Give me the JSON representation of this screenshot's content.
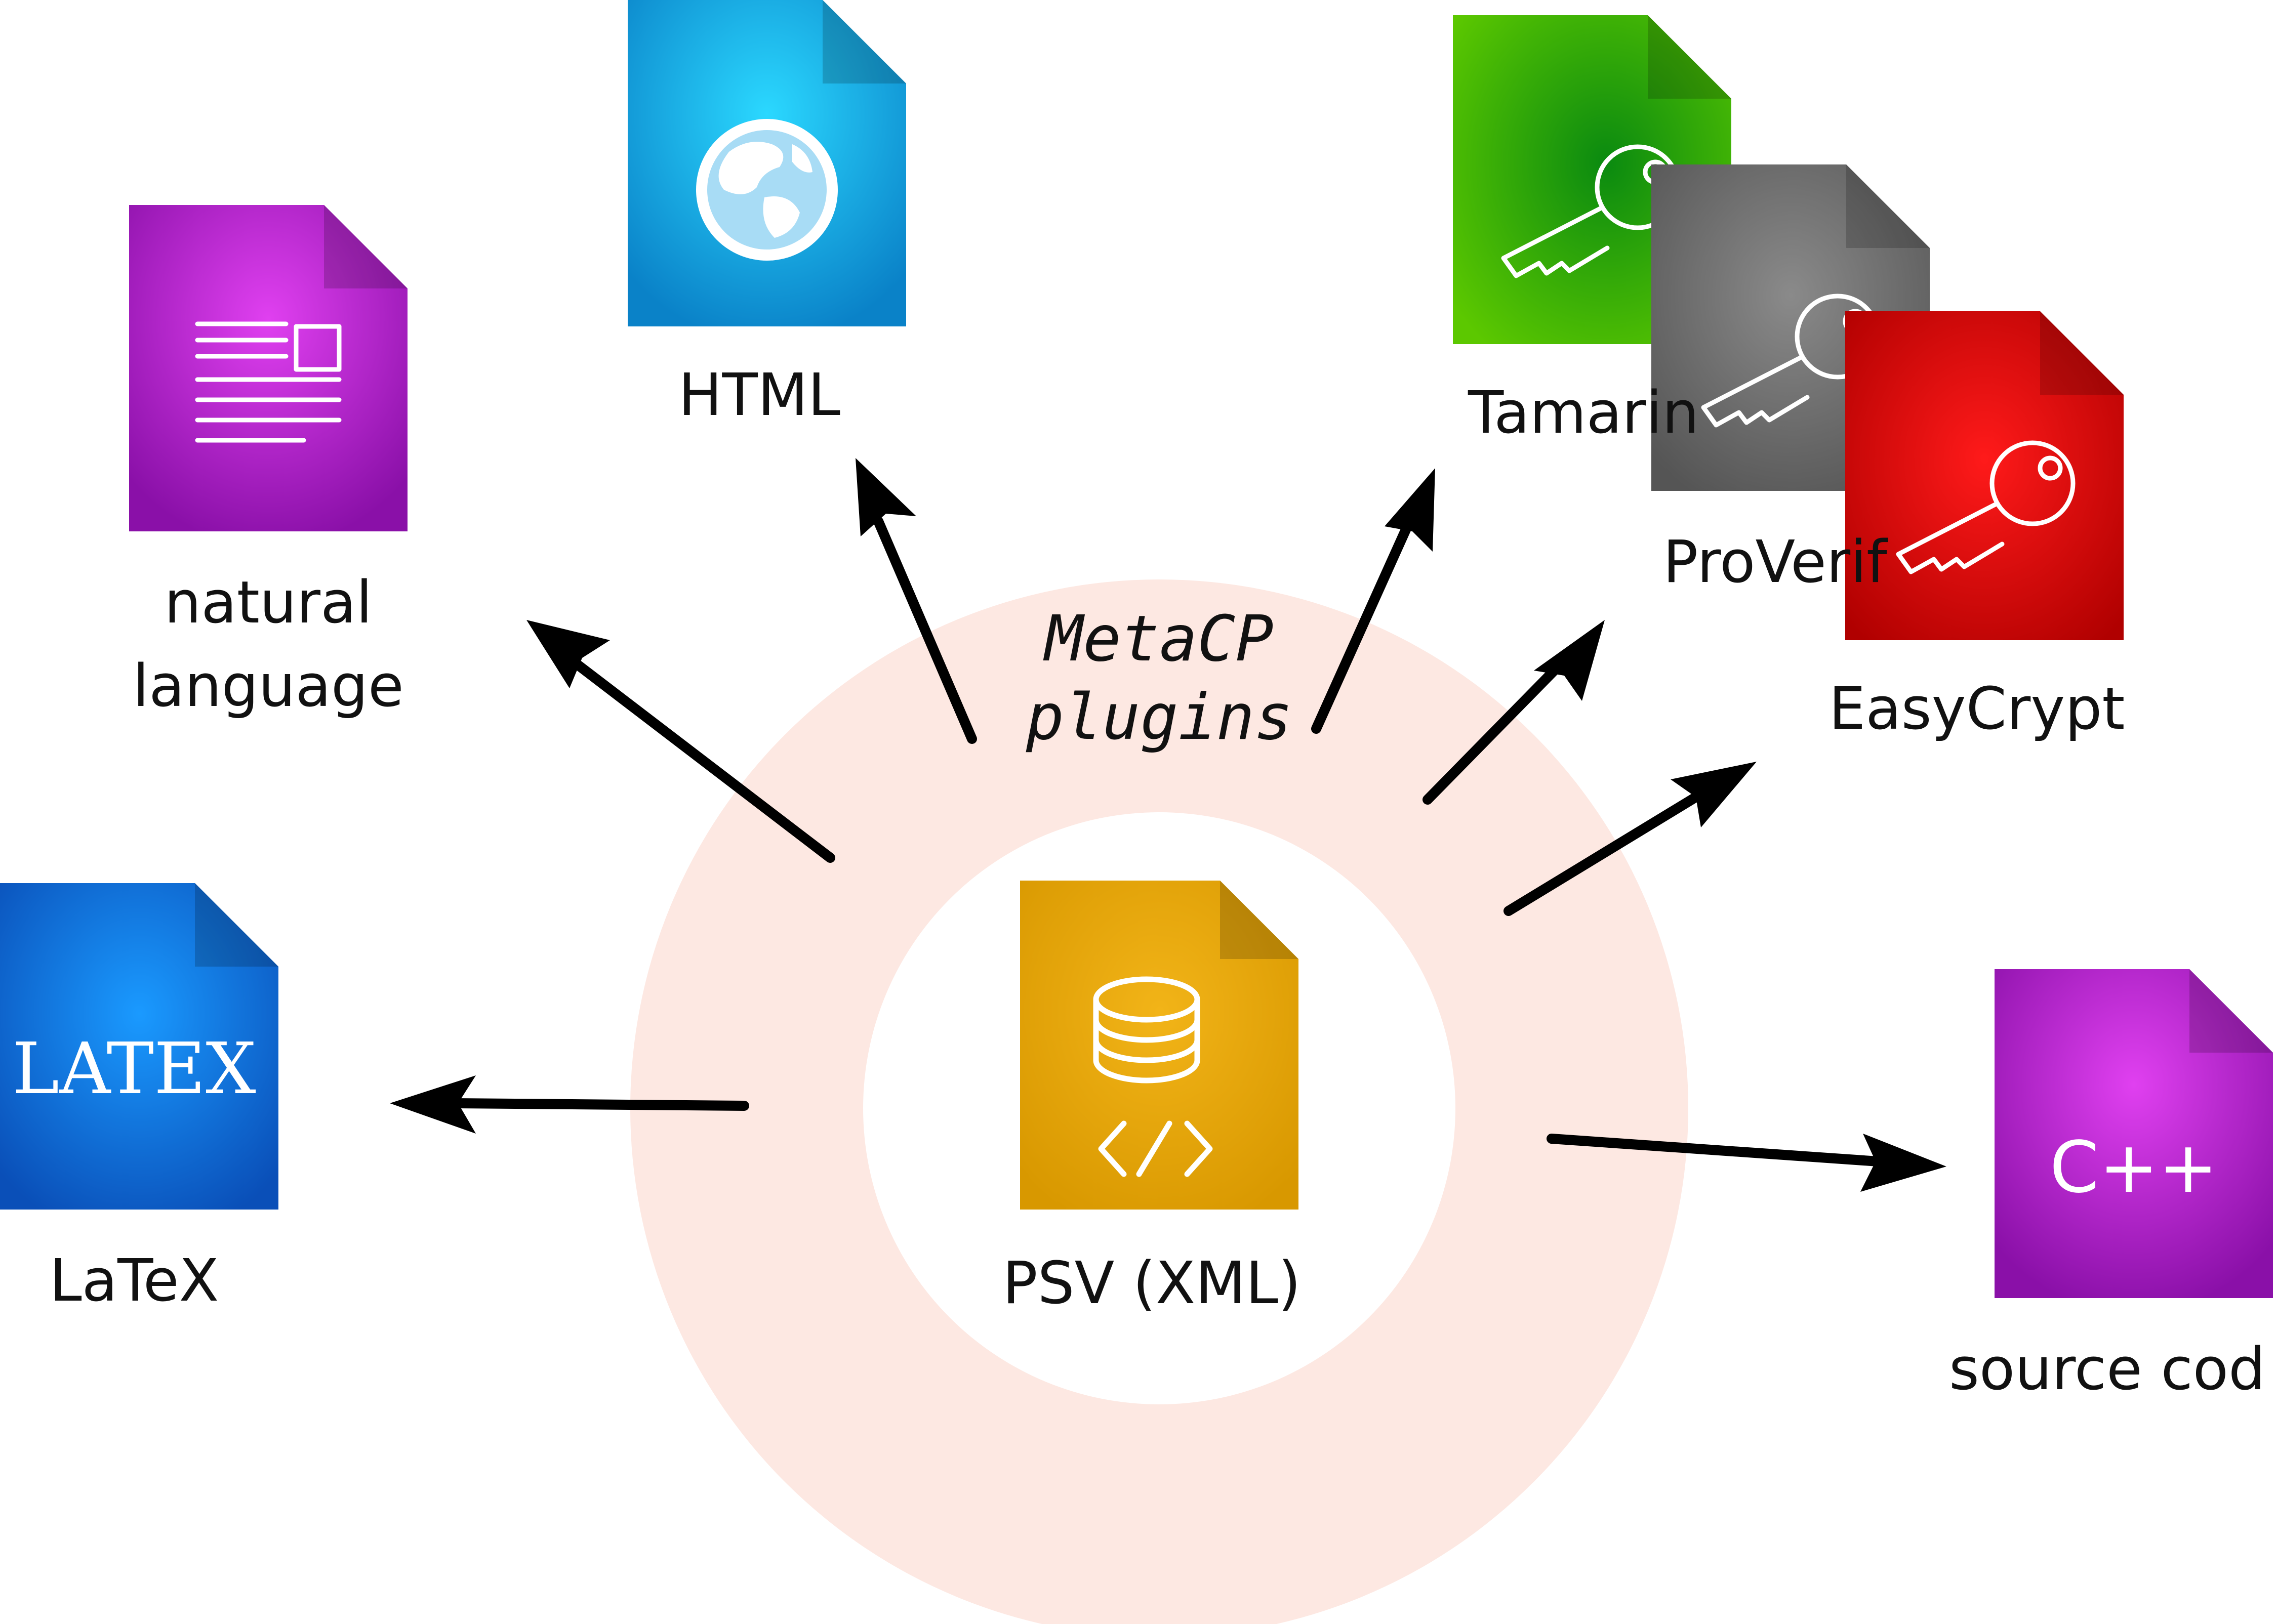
{
  "center": {
    "label": "PSV (XML)",
    "ring_label_line1": "MetaCP",
    "ring_label_line2": "plugins",
    "ring_color": "#fde8e2",
    "file_color": "#e6a400"
  },
  "targets": {
    "natural_language": {
      "line1": "natural",
      "line2": "language",
      "color": "#a010b8",
      "icon": "document-text-icon"
    },
    "html": {
      "label": "HTML",
      "color": "#0aa0e0",
      "icon": "globe-icon"
    },
    "tamarin": {
      "label": "Tamarin",
      "color": "#44bb00",
      "icon": "key-icon"
    },
    "proverif": {
      "label": "ProVerif",
      "color": "#6a6a6a",
      "icon": "key-icon"
    },
    "easycrypt": {
      "label": "EasyCrypt",
      "color": "#cc0000",
      "icon": "key-icon"
    },
    "latex": {
      "label": "LaTeX",
      "logo_text": "LATEX",
      "color": "#1060d0",
      "icon": "latex-logo"
    },
    "source_code": {
      "label": "source cod",
      "logo_text": "C++",
      "color": "#a010b8",
      "icon": "cpp-icon"
    }
  }
}
